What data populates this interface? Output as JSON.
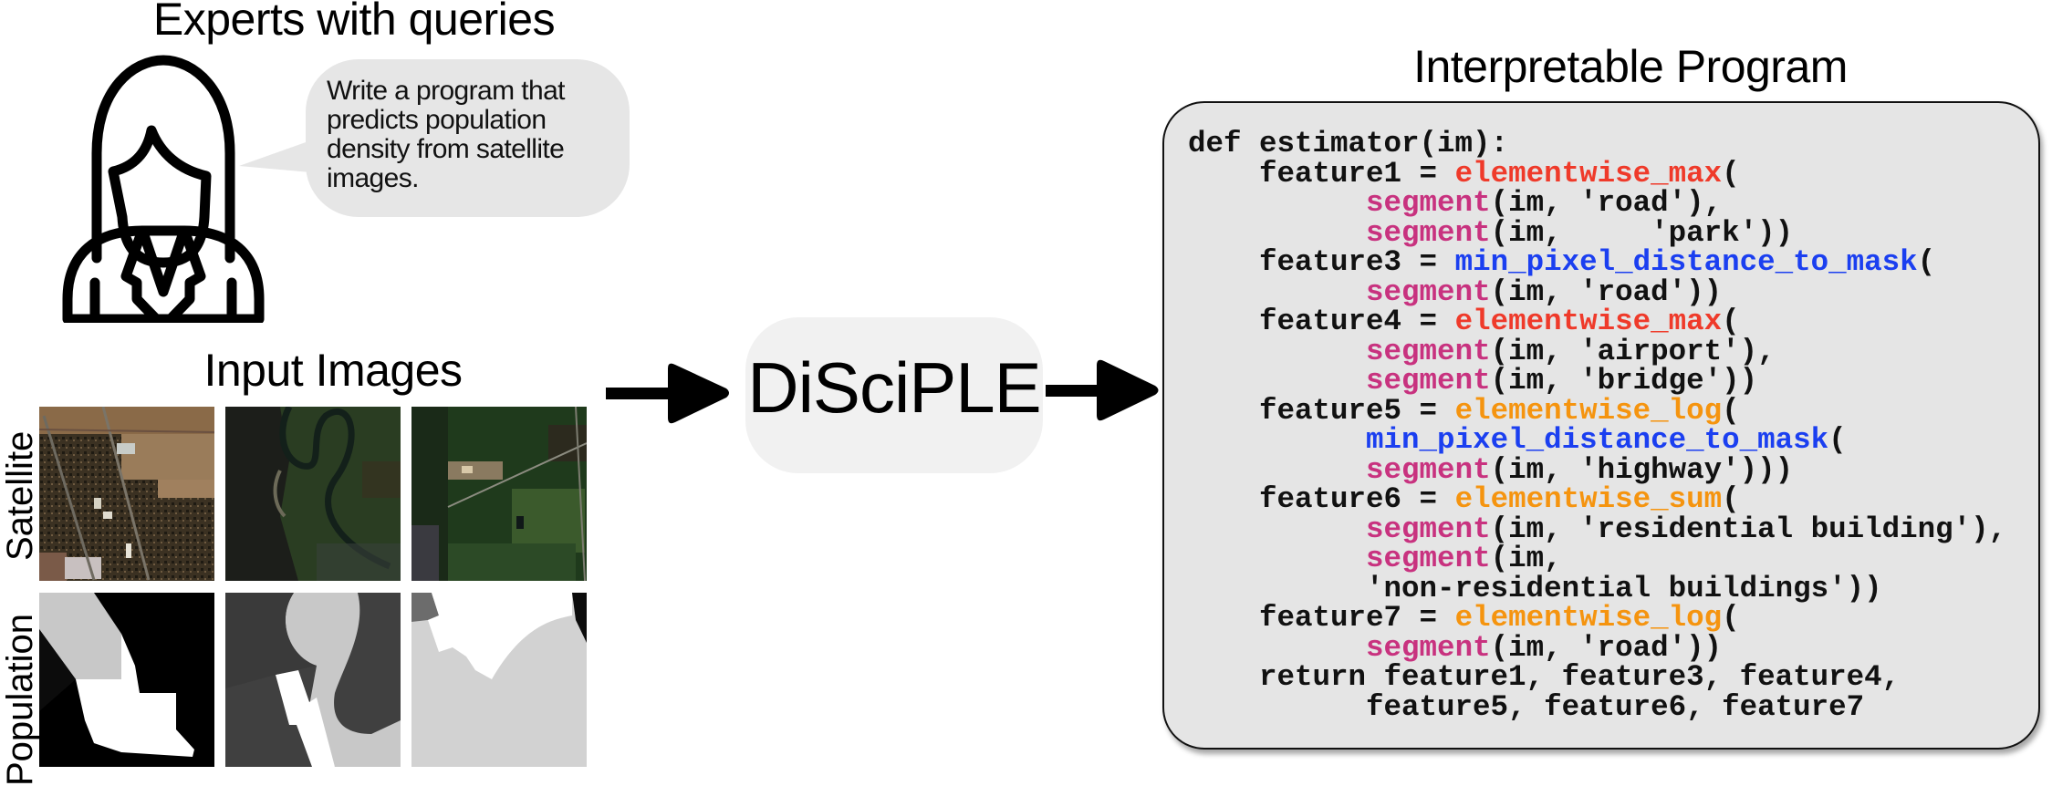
{
  "headings": {
    "experts": "Experts with queries",
    "input_images": "Input Images",
    "program": "Interpretable Program"
  },
  "expert": {
    "icon": "woman-expert-icon",
    "speech_bubble": {
      "lines": [
        "Write a program that",
        "predicts population",
        "density from satellite",
        "images."
      ],
      "text": "Write a program that predicts population density from satellite images."
    }
  },
  "input_images": {
    "row_labels": [
      "Satellite",
      "Population"
    ],
    "satellite_tiles": [
      "satellite-image-town",
      "satellite-image-river",
      "satellite-image-forest"
    ],
    "population_tiles": [
      "population-map-town",
      "population-map-river",
      "population-map-forest"
    ]
  },
  "method": {
    "name": "DiSciPLE",
    "arrow_in": "arrow-right-icon",
    "arrow_out": "arrow-right-icon"
  },
  "program": {
    "colors": {
      "elementwise_max": "#ef3a2a",
      "segment": "#c8327f",
      "min_pixel_distance_to_mask": "#1b3ff0",
      "elementwise_log": "#f5940f",
      "elementwise_sum": "#f5940f",
      "background": "#e5e5e5"
    },
    "lines": [
      [
        {
          "t": "def estimator(im):",
          "c": "plain"
        }
      ],
      [
        {
          "t": "    feature1 = ",
          "c": "plain"
        },
        {
          "t": "elementwise_max",
          "c": "red"
        },
        {
          "t": "(",
          "c": "plain"
        }
      ],
      [
        {
          "t": "          ",
          "c": "plain"
        },
        {
          "t": "segment",
          "c": "mag"
        },
        {
          "t": "(im, 'road'),",
          "c": "plain"
        }
      ],
      [
        {
          "t": "          ",
          "c": "plain"
        },
        {
          "t": "segment",
          "c": "mag"
        },
        {
          "t": "(im,     'park'))",
          "c": "plain"
        }
      ],
      [
        {
          "t": "    feature3 = ",
          "c": "plain"
        },
        {
          "t": "min_pixel_distance_to_mask",
          "c": "blue"
        },
        {
          "t": "(",
          "c": "plain"
        }
      ],
      [
        {
          "t": "          ",
          "c": "plain"
        },
        {
          "t": "segment",
          "c": "mag"
        },
        {
          "t": "(im, 'road'))",
          "c": "plain"
        }
      ],
      [
        {
          "t": "    feature4 = ",
          "c": "plain"
        },
        {
          "t": "elementwise_max",
          "c": "red"
        },
        {
          "t": "(",
          "c": "plain"
        }
      ],
      [
        {
          "t": "          ",
          "c": "plain"
        },
        {
          "t": "segment",
          "c": "mag"
        },
        {
          "t": "(im, 'airport'),",
          "c": "plain"
        }
      ],
      [
        {
          "t": "          ",
          "c": "plain"
        },
        {
          "t": "segment",
          "c": "mag"
        },
        {
          "t": "(im, 'bridge'))",
          "c": "plain"
        }
      ],
      [
        {
          "t": "    feature5 = ",
          "c": "plain"
        },
        {
          "t": "elementwise_log",
          "c": "orange"
        },
        {
          "t": "(",
          "c": "plain"
        }
      ],
      [
        {
          "t": "          ",
          "c": "plain"
        },
        {
          "t": "min_pixel_distance_to_mask",
          "c": "blue"
        },
        {
          "t": "(",
          "c": "plain"
        }
      ],
      [
        {
          "t": "          ",
          "c": "plain"
        },
        {
          "t": "segment",
          "c": "mag"
        },
        {
          "t": "(im, 'highway')))",
          "c": "plain"
        }
      ],
      [
        {
          "t": "    feature6 = ",
          "c": "plain"
        },
        {
          "t": "elementwise_sum",
          "c": "orange"
        },
        {
          "t": "(",
          "c": "plain"
        }
      ],
      [
        {
          "t": "          ",
          "c": "plain"
        },
        {
          "t": "segment",
          "c": "mag"
        },
        {
          "t": "(im, 'residential building'),",
          "c": "plain"
        }
      ],
      [
        {
          "t": "          ",
          "c": "plain"
        },
        {
          "t": "segment",
          "c": "mag"
        },
        {
          "t": "(im,",
          "c": "plain"
        }
      ],
      [
        {
          "t": "          'non-residential buildings'))",
          "c": "plain"
        }
      ],
      [
        {
          "t": "    feature7 = ",
          "c": "plain"
        },
        {
          "t": "elementwise_log",
          "c": "orange"
        },
        {
          "t": "(",
          "c": "plain"
        }
      ],
      [
        {
          "t": "          ",
          "c": "plain"
        },
        {
          "t": "segment",
          "c": "mag"
        },
        {
          "t": "(im, 'road'))",
          "c": "plain"
        }
      ],
      [
        {
          "t": "    return feature1, feature3, feature4,",
          "c": "plain"
        }
      ],
      [
        {
          "t": "          feature5, feature6, feature7",
          "c": "plain"
        }
      ]
    ]
  }
}
